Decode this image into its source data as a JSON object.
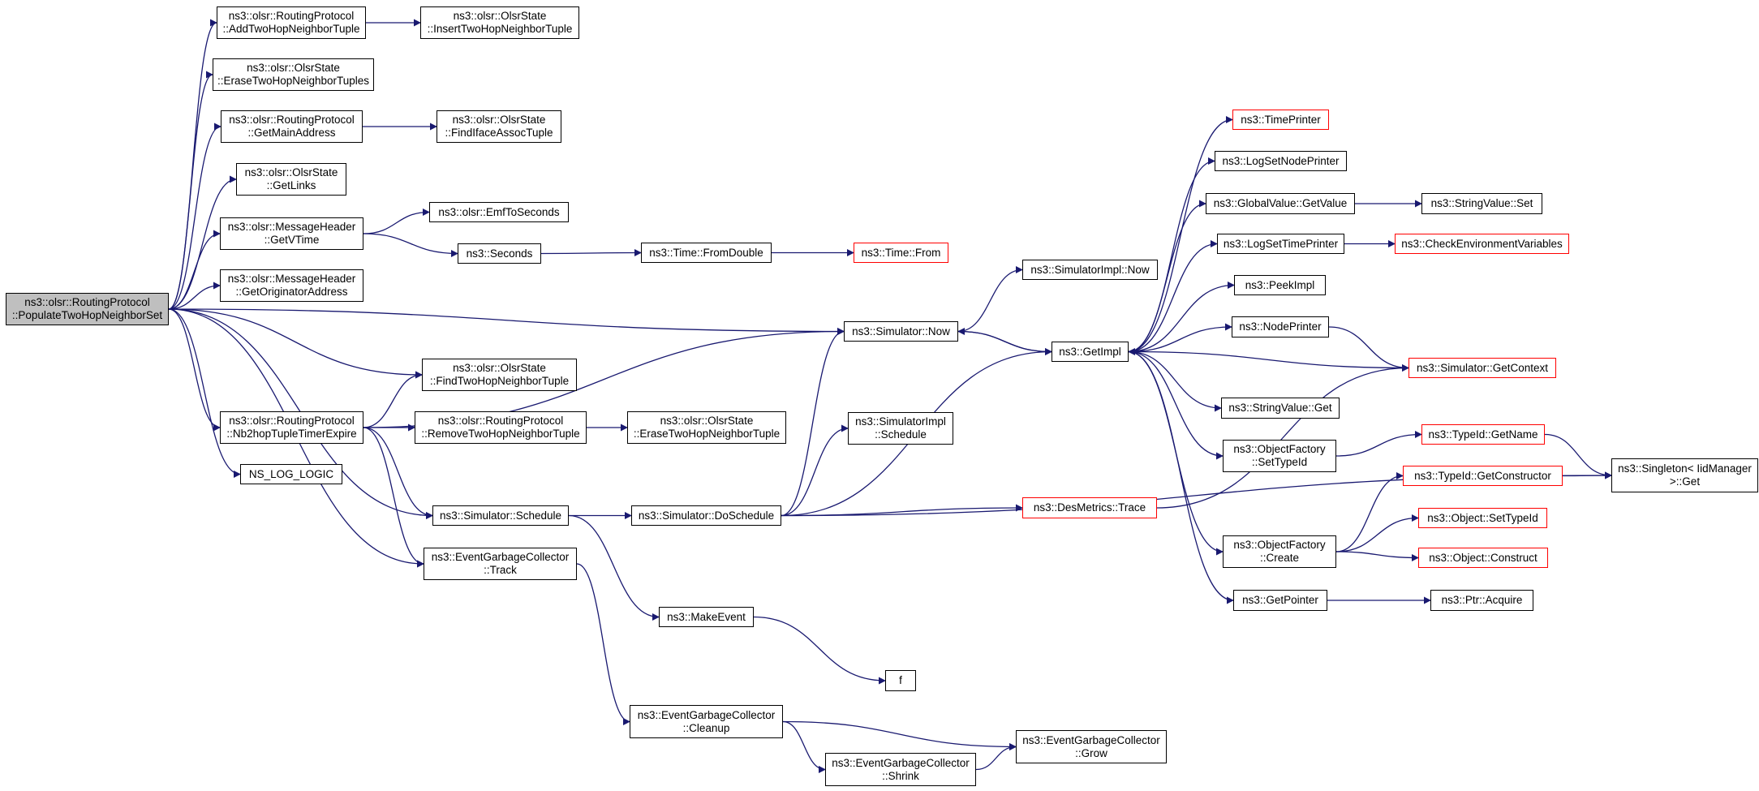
{
  "colors": {
    "edge": "#191970",
    "node_border": "#000000",
    "truncated_border": "#ff0000",
    "root_fill": "#bfbfbf"
  },
  "nodes": {
    "root": {
      "l1": "ns3::olsr::RoutingProtocol",
      "l2": "::PopulateTwoHopNeighborSet",
      "truncated": false
    },
    "add2hop": {
      "l1": "ns3::olsr::RoutingProtocol",
      "l2": "::AddTwoHopNeighborTuple",
      "truncated": false
    },
    "insert2hop": {
      "l1": "ns3::olsr::OlsrState",
      "l2": "::InsertTwoHopNeighborTuple",
      "truncated": false
    },
    "erase2hops": {
      "l1": "ns3::olsr::OlsrState",
      "l2": "::EraseTwoHopNeighborTuples",
      "truncated": false
    },
    "getmain": {
      "l1": "ns3::olsr::RoutingProtocol",
      "l2": "::GetMainAddress",
      "truncated": false
    },
    "findiface": {
      "l1": "ns3::olsr::OlsrState",
      "l2": "::FindIfaceAssocTuple",
      "truncated": false
    },
    "getlinks": {
      "l1": "ns3::olsr::OlsrState",
      "l2": "::GetLinks",
      "truncated": false
    },
    "getvtime": {
      "l1": "ns3::olsr::MessageHeader",
      "l2": "::GetVTime",
      "truncated": false
    },
    "emf": {
      "l1": "ns3::olsr::EmfToSeconds",
      "l2": "",
      "truncated": false
    },
    "seconds": {
      "l1": "ns3::Seconds",
      "l2": "",
      "truncated": false
    },
    "fromdouble": {
      "l1": "ns3::Time::FromDouble",
      "l2": "",
      "truncated": false
    },
    "timefrom": {
      "l1": "ns3::Time::From",
      "l2": "",
      "truncated": true
    },
    "getorig": {
      "l1": "ns3::olsr::MessageHeader",
      "l2": "::GetOriginatorAddress",
      "truncated": false
    },
    "find2hop": {
      "l1": "ns3::olsr::OlsrState",
      "l2": "::FindTwoHopNeighborTuple",
      "truncated": false
    },
    "nb2hop": {
      "l1": "ns3::olsr::RoutingProtocol",
      "l2": "::Nb2hopTupleTimerExpire",
      "truncated": false
    },
    "remove2hop": {
      "l1": "ns3::olsr::RoutingProtocol",
      "l2": "::RemoveTwoHopNeighborTuple",
      "truncated": false
    },
    "erase2hop": {
      "l1": "ns3::olsr::OlsrState",
      "l2": "::EraseTwoHopNeighborTuple",
      "truncated": false
    },
    "nslog": {
      "l1": "NS_LOG_LOGIC",
      "l2": "",
      "truncated": false
    },
    "schedule": {
      "l1": "ns3::Simulator::Schedule",
      "l2": "",
      "truncated": false
    },
    "track": {
      "l1": "ns3::EventGarbageCollector",
      "l2": "::Track",
      "truncated": false
    },
    "simnow": {
      "l1": "ns3::Simulator::Now",
      "l2": "",
      "truncated": false
    },
    "implnow": {
      "l1": "ns3::SimulatorImpl::Now",
      "l2": "",
      "truncated": false
    },
    "getimpl": {
      "l1": "ns3::GetImpl",
      "l2": "",
      "truncated": false
    },
    "implsched": {
      "l1": "ns3::SimulatorImpl",
      "l2": "::Schedule",
      "truncated": false
    },
    "dosched": {
      "l1": "ns3::Simulator::DoSchedule",
      "l2": "",
      "truncated": false
    },
    "makeevent": {
      "l1": "ns3::MakeEvent",
      "l2": "",
      "truncated": false
    },
    "f": {
      "l1": "f",
      "l2": "",
      "truncated": false
    },
    "cleanup": {
      "l1": "ns3::EventGarbageCollector",
      "l2": "::Cleanup",
      "truncated": false
    },
    "shrink": {
      "l1": "ns3::EventGarbageCollector",
      "l2": "::Shrink",
      "truncated": false
    },
    "grow": {
      "l1": "ns3::EventGarbageCollector",
      "l2": "::Grow",
      "truncated": false
    },
    "desmetrics": {
      "l1": "ns3::DesMetrics::Trace",
      "l2": "",
      "truncated": true
    },
    "timeprinter": {
      "l1": "ns3::TimePrinter",
      "l2": "",
      "truncated": true
    },
    "lognode": {
      "l1": "ns3::LogSetNodePrinter",
      "l2": "",
      "truncated": false
    },
    "gvget": {
      "l1": "ns3::GlobalValue::GetValue",
      "l2": "",
      "truncated": false
    },
    "svset": {
      "l1": "ns3::StringValue::Set",
      "l2": "",
      "truncated": false
    },
    "logtime": {
      "l1": "ns3::LogSetTimePrinter",
      "l2": "",
      "truncated": false
    },
    "checkenv": {
      "l1": "ns3::CheckEnvironmentVariables",
      "l2": "",
      "truncated": true
    },
    "peekimpl": {
      "l1": "ns3::PeekImpl",
      "l2": "",
      "truncated": false
    },
    "nodeprinter": {
      "l1": "ns3::NodePrinter",
      "l2": "",
      "truncated": false
    },
    "getcontext": {
      "l1": "ns3::Simulator::GetContext",
      "l2": "",
      "truncated": true
    },
    "svget": {
      "l1": "ns3::StringValue::Get",
      "l2": "",
      "truncated": false
    },
    "ofsettype": {
      "l1": "ns3::ObjectFactory",
      "l2": "::SetTypeId",
      "truncated": false
    },
    "getname": {
      "l1": "ns3::TypeId::GetName",
      "l2": "",
      "truncated": true
    },
    "singleton": {
      "l1": "ns3::Singleton< IidManager",
      "l2": " >::Get",
      "truncated": false
    },
    "getctor": {
      "l1": "ns3::TypeId::GetConstructor",
      "l2": "",
      "truncated": true
    },
    "ofcreate": {
      "l1": "ns3::ObjectFactory",
      "l2": "::Create",
      "truncated": false
    },
    "objsettype": {
      "l1": "ns3::Object::SetTypeId",
      "l2": "",
      "truncated": true
    },
    "construct": {
      "l1": "ns3::Object::Construct",
      "l2": "",
      "truncated": true
    },
    "getpointer": {
      "l1": "ns3::GetPointer",
      "l2": "",
      "truncated": false
    },
    "acquire": {
      "l1": "ns3::Ptr::Acquire",
      "l2": "",
      "truncated": false
    }
  },
  "edges": [
    [
      "root",
      "add2hop"
    ],
    [
      "root",
      "erase2hops"
    ],
    [
      "root",
      "getmain"
    ],
    [
      "root",
      "getlinks"
    ],
    [
      "root",
      "getvtime"
    ],
    [
      "root",
      "getorig"
    ],
    [
      "root",
      "simnow"
    ],
    [
      "root",
      "find2hop"
    ],
    [
      "root",
      "nb2hop"
    ],
    [
      "root",
      "nslog"
    ],
    [
      "root",
      "schedule"
    ],
    [
      "root",
      "track"
    ],
    [
      "add2hop",
      "insert2hop"
    ],
    [
      "getmain",
      "findiface"
    ],
    [
      "getvtime",
      "emf"
    ],
    [
      "getvtime",
      "seconds"
    ],
    [
      "seconds",
      "fromdouble"
    ],
    [
      "fromdouble",
      "timefrom"
    ],
    [
      "nb2hop",
      "find2hop"
    ],
    [
      "nb2hop",
      "remove2hop"
    ],
    [
      "nb2hop",
      "simnow"
    ],
    [
      "nb2hop",
      "schedule"
    ],
    [
      "nb2hop",
      "track"
    ],
    [
      "remove2hop",
      "erase2hop"
    ],
    [
      "schedule",
      "dosched"
    ],
    [
      "schedule",
      "makeevent"
    ],
    [
      "track",
      "cleanup"
    ],
    [
      "simnow",
      "implnow"
    ],
    [
      "simnow",
      "getimpl"
    ],
    [
      "dosched",
      "implsched"
    ],
    [
      "dosched",
      "simnow"
    ],
    [
      "dosched",
      "getimpl"
    ],
    [
      "dosched",
      "desmetrics"
    ],
    [
      "dosched",
      "singleton"
    ],
    [
      "makeevent",
      "f"
    ],
    [
      "cleanup",
      "grow"
    ],
    [
      "cleanup",
      "shrink"
    ],
    [
      "shrink",
      "grow"
    ],
    [
      "getimpl",
      "timeprinter"
    ],
    [
      "getimpl",
      "lognode"
    ],
    [
      "getimpl",
      "gvget"
    ],
    [
      "getimpl",
      "logtime"
    ],
    [
      "getimpl",
      "peekimpl"
    ],
    [
      "getimpl",
      "nodeprinter"
    ],
    [
      "getimpl",
      "svget"
    ],
    [
      "getimpl",
      "ofsettype"
    ],
    [
      "getimpl",
      "ofcreate"
    ],
    [
      "getimpl",
      "getpointer"
    ],
    [
      "getimpl",
      "simnow"
    ],
    [
      "gvget",
      "svset"
    ],
    [
      "logtime",
      "checkenv"
    ],
    [
      "nodeprinter",
      "getcontext"
    ],
    [
      "getcontext",
      "getimpl"
    ],
    [
      "ofsettype",
      "getname"
    ],
    [
      "getname",
      "singleton"
    ],
    [
      "getctor",
      "singleton"
    ],
    [
      "ofcreate",
      "getctor"
    ],
    [
      "ofcreate",
      "objsettype"
    ],
    [
      "ofcreate",
      "construct"
    ],
    [
      "desmetrics",
      "getcontext"
    ],
    [
      "getpointer",
      "acquire"
    ]
  ]
}
